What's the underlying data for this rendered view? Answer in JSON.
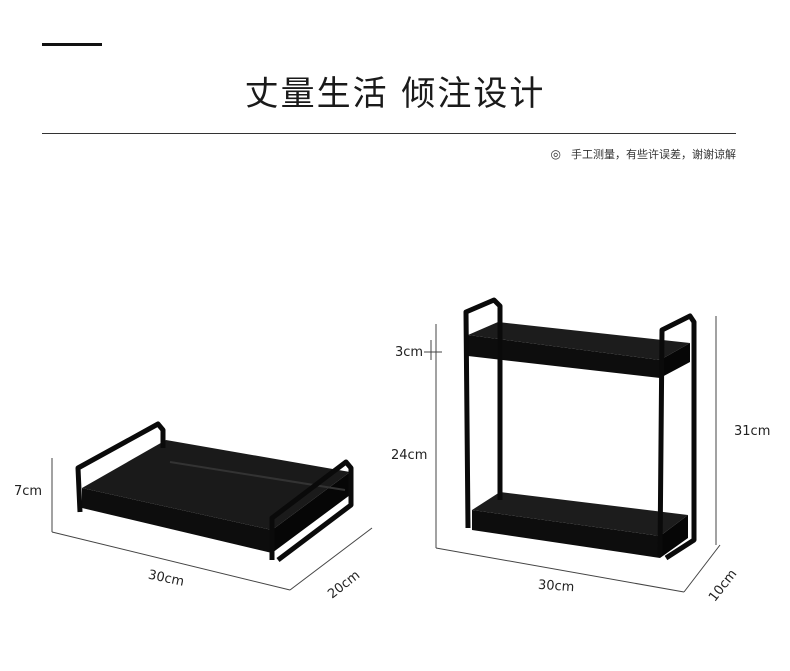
{
  "header": {
    "title": "丈量生活 倾注设计",
    "note_icon": "bullseye-icon",
    "note": "手工测量，有些许误差，谢谢谅解"
  },
  "single_tier": {
    "height_label": "7cm",
    "length_label": "30cm",
    "width_label": "20cm"
  },
  "double_tier": {
    "top_lip_label": "3cm",
    "gap_label": "24cm",
    "total_height_label": "31cm",
    "length_label": "30cm",
    "width_label": "10cm"
  },
  "colors": {
    "rack": "#111111",
    "dim_line": "#444444"
  }
}
